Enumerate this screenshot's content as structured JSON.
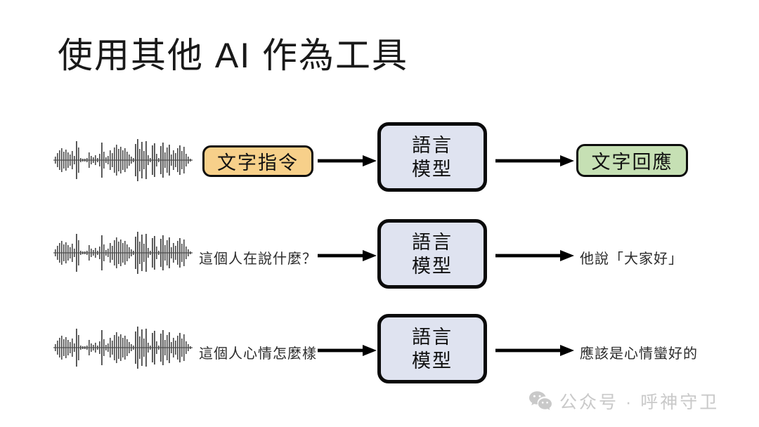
{
  "slide": {
    "title": "使用其他 AI 作為工具",
    "background": "#ffffff"
  },
  "colors": {
    "instruction_box": "#f7d08a",
    "response_box": "#c6e0b4",
    "model_box": "#dfe3f0",
    "border": "#0d0d0d",
    "waveform": "#4a4a4a",
    "watermark_text": "#c9c9c9"
  },
  "rows": [
    {
      "id": "row-1",
      "audio_icon": "audio-waveform-icon",
      "input_label": "文字指令",
      "input_style": "pill",
      "model_label_line1": "語言",
      "model_label_line2": "模型",
      "output_label": "文字回應",
      "output_style": "pill",
      "arrow_in": "arrow-right-icon",
      "arrow_out": "arrow-right-icon"
    },
    {
      "id": "row-2",
      "audio_icon": "audio-waveform-icon",
      "input_label": "這個人在說什麼？",
      "input_style": "plain",
      "model_label_line1": "語言",
      "model_label_line2": "模型",
      "output_label": "他說「大家好」",
      "output_style": "plain",
      "arrow_in": "arrow-right-icon",
      "arrow_out": "arrow-right-icon"
    },
    {
      "id": "row-3",
      "audio_icon": "audio-waveform-icon",
      "input_label": "這個人心情怎麼樣",
      "input_style": "plain",
      "model_label_line1": "語言",
      "model_label_line2": "模型",
      "output_label": "應該是心情蠻好的",
      "output_style": "plain",
      "arrow_in": "arrow-right-icon",
      "arrow_out": "arrow-right-icon"
    }
  ],
  "watermark": {
    "icon": "wechat-icon",
    "text": "公众号 · 呼神守卫"
  }
}
